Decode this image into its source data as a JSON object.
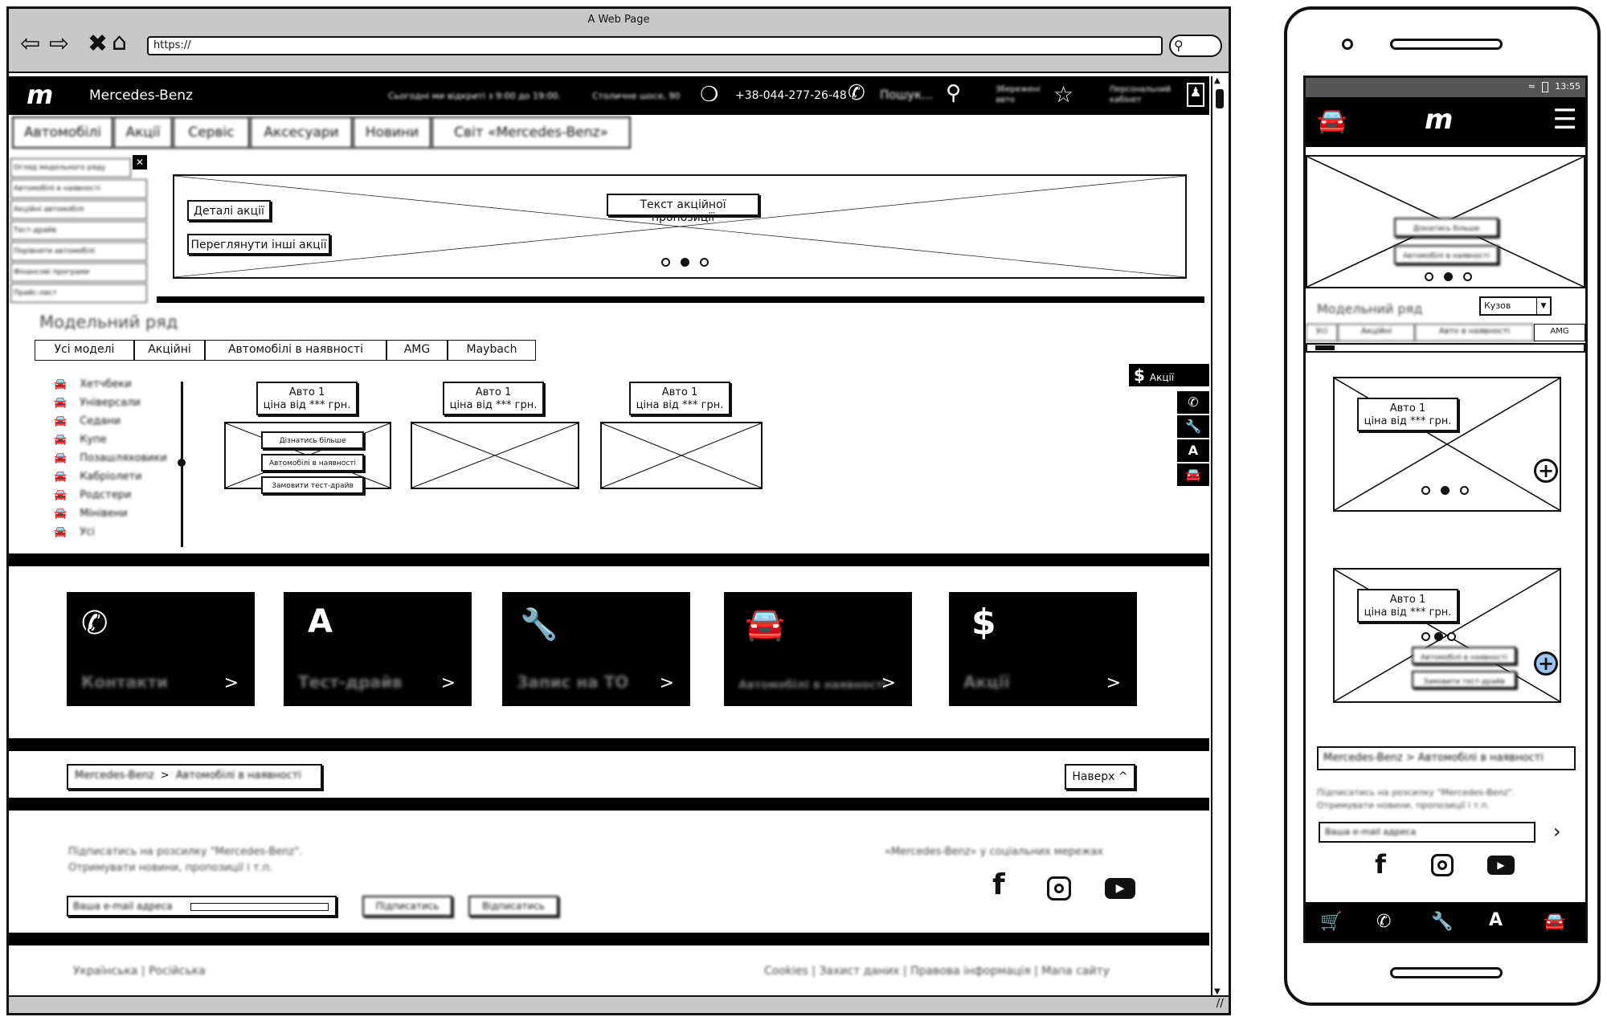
{
  "browser": {
    "title": "A Web Page",
    "url": "https://"
  },
  "header": {
    "brand": "Mercedes-Benz",
    "hours": "Сьогодні ми відкриті з 9:00 до 19:00.",
    "address": "Столичне шосе, 90",
    "phone": "+38-044-277-26-48",
    "search": "Пошук...",
    "saved": "Збережені авто",
    "cabinet": "Персональний кабінет"
  },
  "nav": {
    "tabs": [
      "Автомобілі",
      "Акції",
      "Сервіс",
      "Аксесуари",
      "Новини",
      "Світ «Mercedes-Benz»"
    ]
  },
  "dropdown": {
    "items": [
      "Огляд модельного ряду",
      "Автомобілі в наявності",
      "Акційні автомобілі",
      "Тест-драйв",
      "Порівняти автомобілі",
      "Фінансові програми",
      "Прайс-лист"
    ]
  },
  "hero": {
    "promo_text": "Текст акційної пропозиції",
    "details": "Деталі акції",
    "other": "Переглянути інші акції"
  },
  "models": {
    "heading": "Модельний ряд",
    "tabs": [
      "Усі моделі",
      "Акційні",
      "Автомобілі в наявності",
      "AMG",
      "Maybach"
    ],
    "categories": [
      "Хетчбеки",
      "Універсали",
      "Седани",
      "Купе",
      "Позашляховики",
      "Кабріолети",
      "Родстери",
      "Мінівени",
      "Усі"
    ],
    "card_title": "Авто 1",
    "card_price": "ціна від *** грн.",
    "more": "Дізнатись більше",
    "in_stock": "Автомобілі в наявності",
    "test_drive": "Замовити тест-драйв"
  },
  "side_promo": "Акції",
  "tiles": [
    {
      "icon": "phone-icon",
      "label": "Контакти"
    },
    {
      "icon": "road-icon",
      "label": "Тест-драйв"
    },
    {
      "icon": "wrench-icon",
      "label": "Запис на ТО"
    },
    {
      "icon": "car-icon",
      "label": "Автомобілі в наявності"
    },
    {
      "icon": "dollar-icon",
      "label": "Акції"
    }
  ],
  "breadcrumb": {
    "home": "Mercedes-Benz",
    "sep": ">",
    "current": "Автомобілі в наявності"
  },
  "top_button": "Наверх ^",
  "subscribe": {
    "text1": "Підписатись на розсилку \"Mercedes-Benz\".",
    "text2": "Отримувати новини, пропозиції і т.п.",
    "email_placeholder": "Ваша e-mail адреса",
    "subscribe": "Підписатись",
    "unsubscribe": "Відписатись",
    "social": "«Mercedes-Benz» у соціальних мережах"
  },
  "footer": {
    "langs": "Українська | Російська",
    "links": "Cookies | Захист даних | Правова інформація | Мапа сайту"
  },
  "mobile": {
    "status_time": "13:55",
    "more": "Дізнатись більше",
    "in_stock": "Автомобілі в наявності",
    "heading": "Модельний ряд",
    "body_select": "Кузов",
    "tabs": [
      "Усі",
      "Акційні",
      "Авто в наявності",
      "AMG"
    ],
    "card_title": "Авто 1",
    "card_price": "ціна від *** грн.",
    "test_drive": "Замовити тест-драйв",
    "breadcrumb": "Mercedes-Benz > Автомобілі в наявності",
    "subscribe1": "Підписатись на розсилку \"Mercedes-Benz\".",
    "subscribe2": "Отримувати новини, пропозиції і т.п.",
    "email_placeholder": "Ваша e-mail адреса"
  }
}
